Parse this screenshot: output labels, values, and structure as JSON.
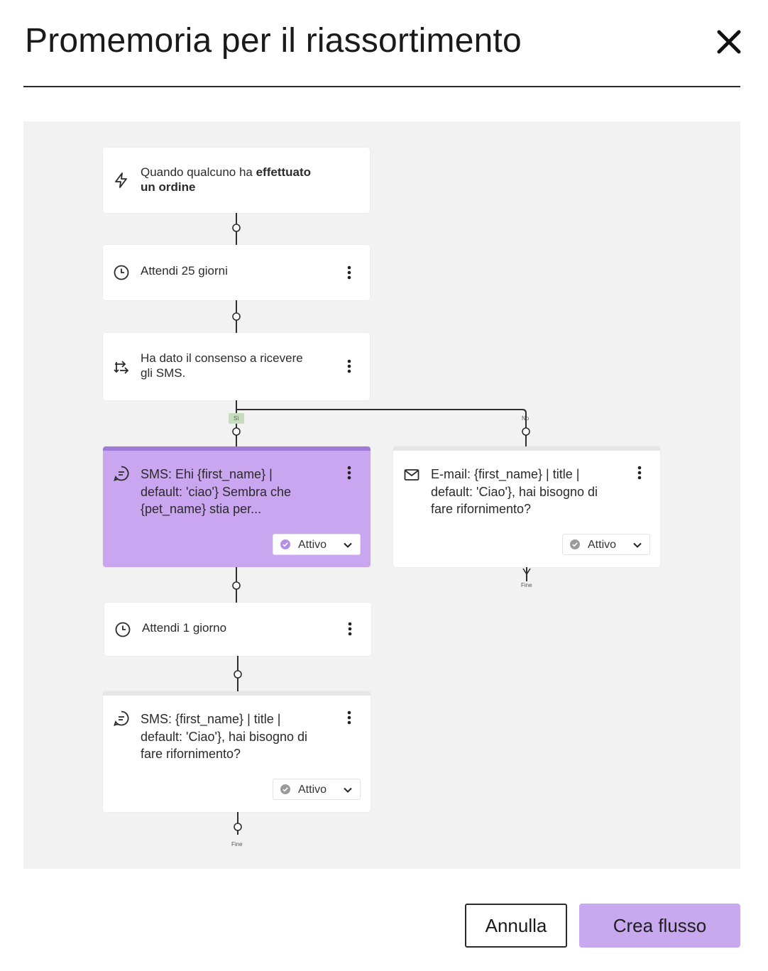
{
  "dialog": {
    "title": "Promemoria per il riassortimento"
  },
  "flow": {
    "trigger": {
      "text_prefix": "Quando qualcuno ha ",
      "text_bold_1": "effettuato",
      "text_bold_2": "un ordine",
      "icon": "lightning-icon"
    },
    "wait1": {
      "text": "Attendi 25 giorni",
      "icon": "clock-icon"
    },
    "condition": {
      "text_line1": "Ha dato il consenso a ricevere",
      "text_line2": "gli SMS.",
      "icon": "split-arrows-icon"
    },
    "branch_yes_label": "Sì",
    "branch_no_label": "No",
    "sms1": {
      "line1": "SMS: Ehi {first_name} |",
      "line2": "default: 'ciao'} Sembra che",
      "line3": "{pet_name} stia per...",
      "status": "Attivo",
      "icon": "chat-icon",
      "bg": "#c9a6ef"
    },
    "email1": {
      "line1": "E-mail: {first_name} | title |",
      "line2": "default: 'Ciao'}, hai bisogno di",
      "line3": "fare rifornimento?",
      "status": "Attivo",
      "icon": "envelope-icon"
    },
    "end_label_right": "Fine",
    "wait2": {
      "text": "Attendi 1 giorno",
      "icon": "clock-icon"
    },
    "sms2": {
      "line1": "SMS: {first_name} | title |",
      "line2": "default: 'Ciao'}, hai bisogno di",
      "line3": "fare rifornimento?",
      "status": "Attivo",
      "icon": "chat-icon"
    },
    "end_label_left": "Fine"
  },
  "footer": {
    "cancel_label": "Annulla",
    "create_label": "Crea flusso",
    "accent": "#c8a8ee"
  }
}
